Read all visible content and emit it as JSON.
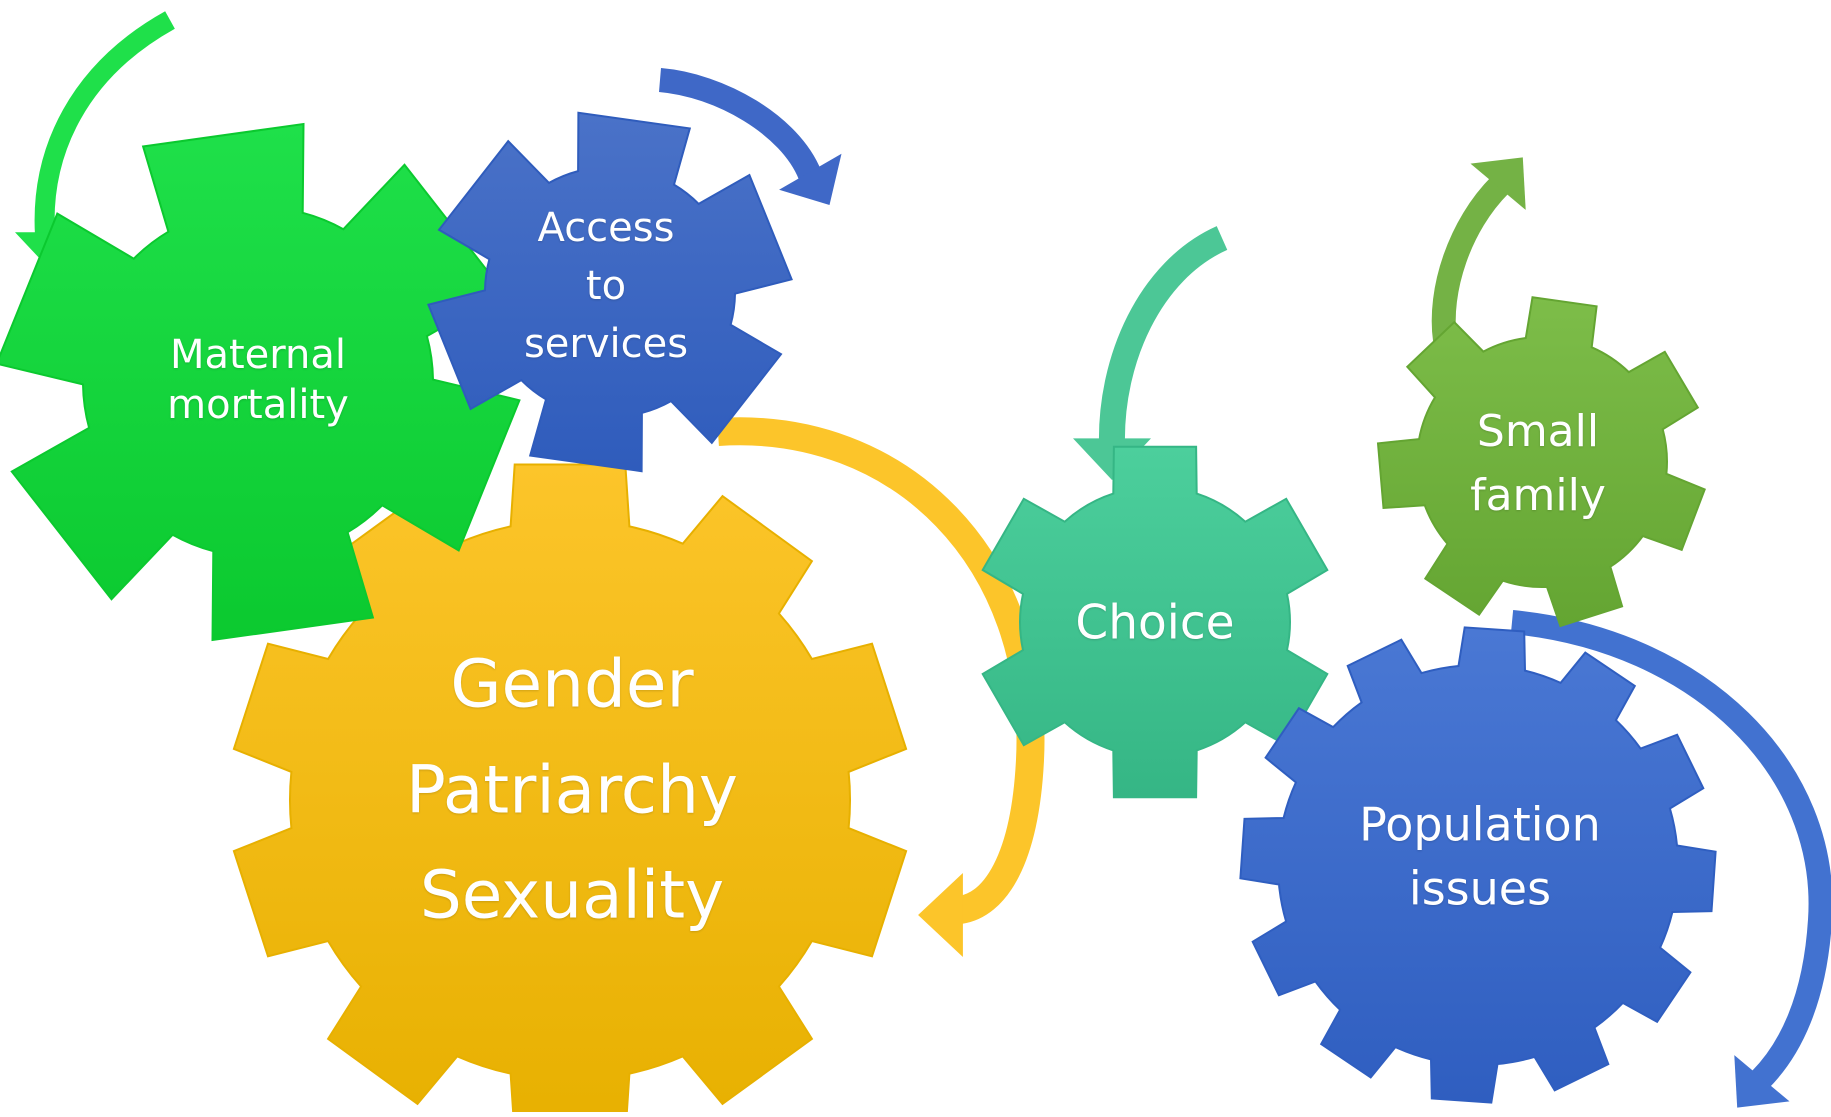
{
  "gears": [
    {
      "id": "maternal",
      "lines": [
        "Maternal",
        "mortality"
      ],
      "color": "#1fe04a",
      "color_dark": "#0bc92f",
      "icon": "gear-icon"
    },
    {
      "id": "access",
      "lines": [
        "Access",
        "to",
        "services"
      ],
      "color": "#4a72c8",
      "color_dark": "#2f5cbc",
      "icon": "gear-icon"
    },
    {
      "id": "gender",
      "lines": [
        "Gender",
        "Patriarchy",
        "Sexuality"
      ],
      "color": "#fcc52a",
      "color_dark": "#e7b000",
      "icon": "gear-icon"
    },
    {
      "id": "choice",
      "lines": [
        "Choice"
      ],
      "color": "#4ccf9c",
      "color_dark": "#35b685",
      "icon": "gear-icon"
    },
    {
      "id": "small",
      "lines": [
        "Small",
        "family"
      ],
      "color": "#7dbd49",
      "color_dark": "#64a532",
      "icon": "gear-icon"
    },
    {
      "id": "population",
      "lines": [
        "Population",
        "issues"
      ],
      "color": "#4a78d4",
      "color_dark": "#2f5ec0",
      "icon": "gear-icon"
    }
  ],
  "arrows": [
    {
      "id": "green-arrow",
      "color": "#1fe04a",
      "icon": "curved-arrow-icon"
    },
    {
      "id": "blue-arrow-top",
      "color": "#3f68c7",
      "icon": "curved-arrow-icon"
    },
    {
      "id": "gold-arrow",
      "color": "#fcc52a",
      "icon": "curved-arrow-icon"
    },
    {
      "id": "teal-arrow",
      "color": "#4cc796",
      "icon": "curved-arrow-icon"
    },
    {
      "id": "olive-arrow",
      "color": "#74b245",
      "icon": "curved-arrow-icon"
    },
    {
      "id": "blue-arrow-right",
      "color": "#4272d0",
      "icon": "curved-arrow-icon"
    }
  ]
}
